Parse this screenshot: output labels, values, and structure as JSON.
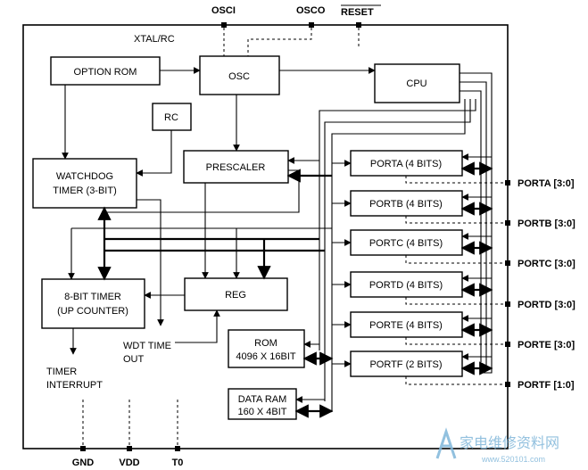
{
  "chip": {
    "clock_label": "XTAL/RC"
  },
  "blocks": {
    "option_rom": "OPTION ROM",
    "osc": "OSC",
    "cpu": "CPU",
    "rc": "RC",
    "watchdog_l1": "WATCHDOG",
    "watchdog_l2": "TIMER (3-BIT)",
    "prescaler": "PRESCALER",
    "timer_l1": "8-BIT TIMER",
    "timer_l2": "(UP COUNTER)",
    "reg": "REG",
    "rom_l1": "ROM",
    "rom_l2": "4096 X 16BIT",
    "ram_l1": "DATA RAM",
    "ram_l2": "160 X 4BIT",
    "ports": [
      "PORTA (4 BITS)",
      "PORTB (4 BITS)",
      "PORTC (4 BITS)",
      "PORTD (4 BITS)",
      "PORTE (4 BITS)",
      "PORTF (2 BITS)"
    ]
  },
  "signals": {
    "wdt_l1": "WDT TIME",
    "wdt_l2": "OUT",
    "irq_l1": "TIMER",
    "irq_l2": "INTERRUPT"
  },
  "pins": {
    "top": [
      "OSCI",
      "OSCO",
      "RESET"
    ],
    "right": [
      "PORTA [3:0]",
      "PORTB [3:0]",
      "PORTC [3:0]",
      "PORTD [3:0]",
      "PORTE [3:0]",
      "PORTF [1:0]"
    ],
    "bottom": [
      "GND",
      "VDD",
      "T0"
    ]
  },
  "watermark": {
    "text": "家电维修资料网",
    "url": "www.520101.com"
  }
}
